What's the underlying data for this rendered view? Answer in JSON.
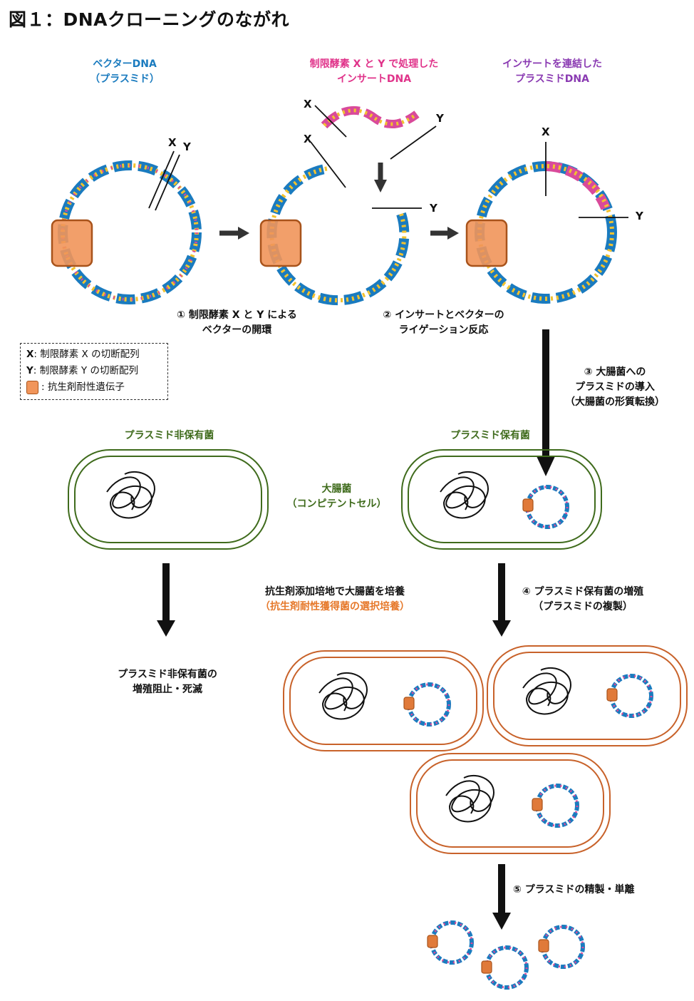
{
  "title": "図１：DNAクローニングのながれ",
  "labels": {
    "vector_line1": "ベクターDNA",
    "vector_line2": "（プラスミド）",
    "insert_line1": "制限酵素 X と Y で処理した",
    "insert_line2": "インサートDNA",
    "ligated_line1": "インサートを連結した",
    "ligated_line2": "プラスミドDNA",
    "step1_line1": "① 制限酵素 X と Y による",
    "step1_line2": "ベクターの開環",
    "step2_line1": "② インサートとベクターの",
    "step2_line2": "ライゲーション反応",
    "step3_line1": "③ 大腸菌への",
    "step3_line2": "プラスミドの導入",
    "step3_line3": "（大腸菌の形質転換）",
    "nonholder": "プラスミド非保有菌",
    "holder": "プラスミド保有菌",
    "ecoli_line1": "大腸菌",
    "ecoli_line2": "（コンピテントセル）",
    "culture_line1": "抗生剤添加培地で大腸菌を培養",
    "culture_line2": "（抗生剤耐性獲得菌の選択培養）",
    "step4_line1": "④ プラスミド保有菌の増殖",
    "step4_line2": "（プラスミドの複製）",
    "inhibit_line1": "プラスミド非保有菌の",
    "inhibit_line2": "増殖阻止・死滅",
    "step5": "⑤ プラスミドの精製・単離",
    "x": "X",
    "y": "Y"
  },
  "legend": {
    "x_key": "X",
    "x_text": ": 制限酵素 X の切断配列",
    "y_key": "Y",
    "y_text": ": 制限酵素 Y の切断配列",
    "gene_text": ": 抗生剤耐性遺伝子"
  },
  "colors": {
    "vector_blue": "#1a7bbf",
    "insert_pink": "#e0338a",
    "purple": "#8a3ab2",
    "cell_green": "#3f6b1c",
    "cell_orange": "#c8622a",
    "gene_orange": "#f1955a",
    "highlight_orange": "#e6782a"
  }
}
